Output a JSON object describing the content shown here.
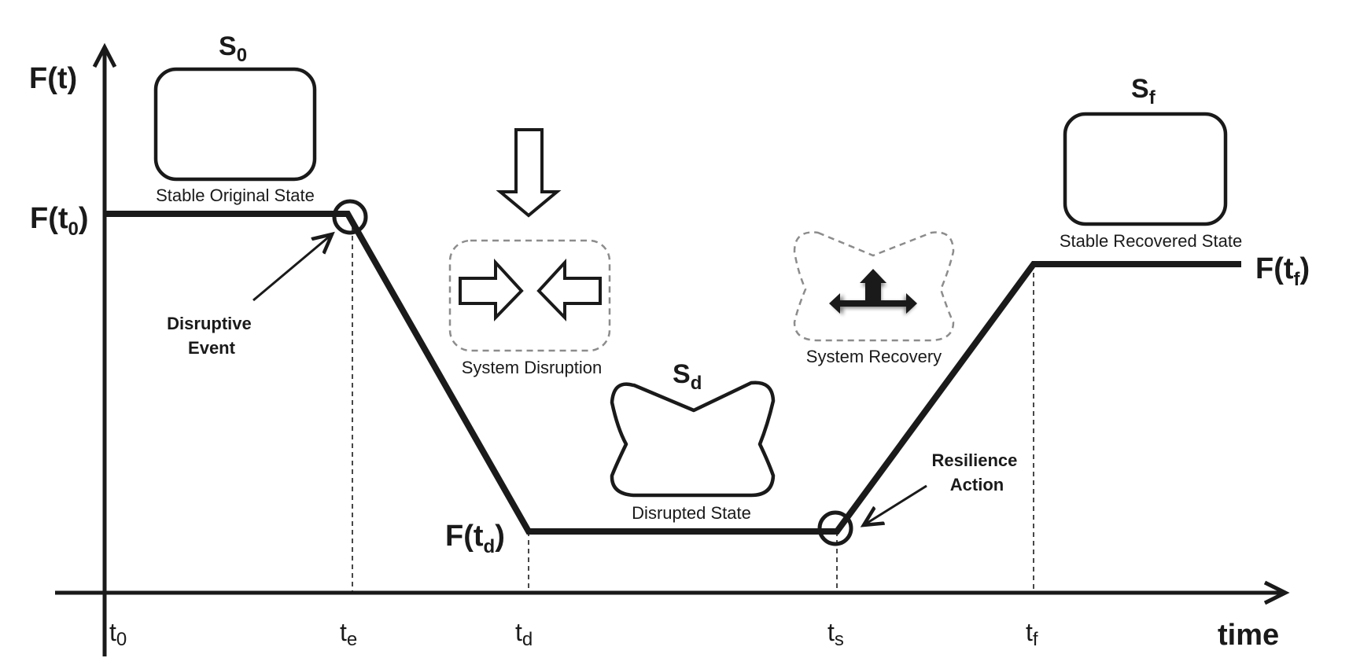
{
  "axes": {
    "y_label": {
      "main": "F(t)"
    },
    "x_label": "time"
  },
  "levels": {
    "f_t0": {
      "pre": "F(t",
      "sub": "0",
      "post": ")"
    },
    "f_td": {
      "pre": "F(t",
      "sub": "d",
      "post": ")"
    },
    "f_tf": {
      "pre": "F(t",
      "sub": "f",
      "post": ")"
    }
  },
  "ticks": [
    {
      "base": "t",
      "sub": "0"
    },
    {
      "base": "t",
      "sub": "e"
    },
    {
      "base": "t",
      "sub": "d"
    },
    {
      "base": "t",
      "sub": "s"
    },
    {
      "base": "t",
      "sub": "f"
    }
  ],
  "states": {
    "s0": {
      "symbol": "S",
      "sub": "0",
      "caption": "Stable Original State"
    },
    "sd": {
      "symbol": "S",
      "sub": "d",
      "caption": "Disrupted State"
    },
    "sf": {
      "symbol": "S",
      "sub": "f",
      "caption": "Stable Recovered State"
    }
  },
  "phases": {
    "disruption": "System Disruption",
    "recovery": "System Recovery"
  },
  "annotations": {
    "disruptive_event": [
      "Disruptive",
      "Event"
    ],
    "resilience_action": [
      "Resilience",
      "Action"
    ]
  },
  "colors": {
    "ink": "#1a1a1a",
    "dashed": "#8c8c8c"
  },
  "icons": {
    "down_arrow": "hollow-down-arrow-icon",
    "compress_arrows": "inward-arrows-icon",
    "expand_arrows": "outward-arrows-icon"
  }
}
